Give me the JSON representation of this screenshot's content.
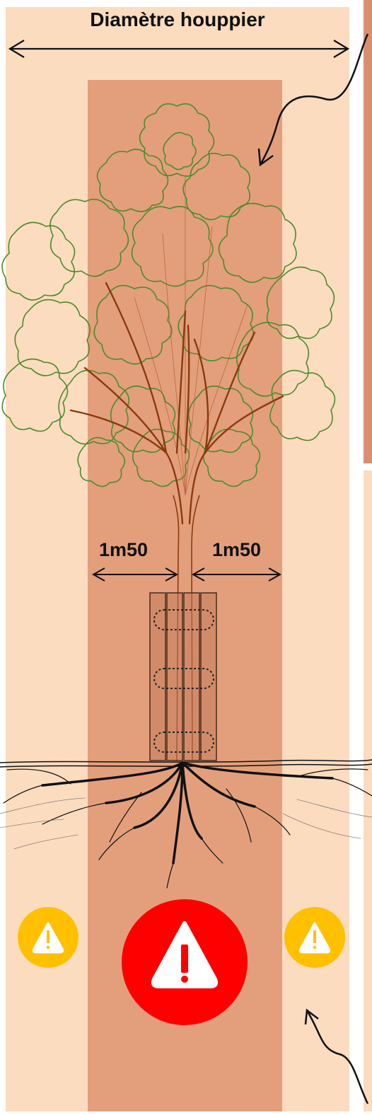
{
  "header": {
    "crown_label": "Diamètre houppier"
  },
  "dimensions": {
    "left_label": "1m50",
    "right_label": "1m50"
  },
  "colors": {
    "outer_zone": "#fbdcbf",
    "inner_zone": "#e39f7c",
    "edge_zone": "#d98e6e",
    "foliage": "#4f8a2e",
    "branches": "#8a3a10",
    "roots": "#111111",
    "alert_red": "#ff0000",
    "alert_yellow": "#ffc000"
  },
  "icons": [
    "warning-icon-yellow-left",
    "warning-icon-red-center",
    "warning-icon-yellow-right",
    "curved-arrow-top",
    "curved-arrow-bottom"
  ]
}
